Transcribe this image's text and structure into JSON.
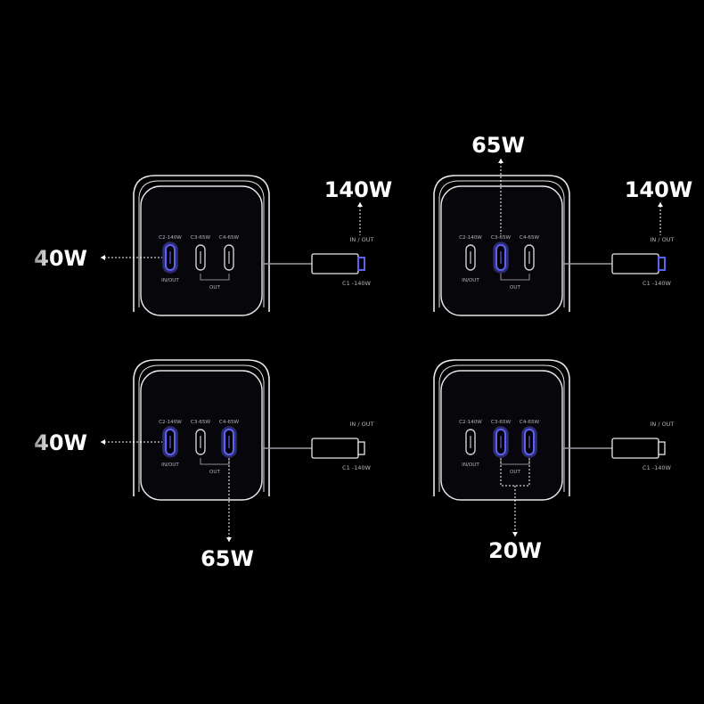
{
  "colors": {
    "background": "#000000",
    "outline": "#e8e8ec",
    "body_fill": "#07070b",
    "port_active": "#5d60f0",
    "port_idle": "#cfcfd6",
    "label_text": "#b4b4bc",
    "watt_text": "#ffffff"
  },
  "port_labels": {
    "c2": "C2-140W",
    "c3": "C3-65W",
    "c4": "C4-65W",
    "in_out": "IN/OUT",
    "out": "OUT",
    "cable_in_out": "IN / OUT",
    "c1": "C1 -140W"
  },
  "panels": [
    {
      "id": "p1",
      "active_ports": [
        "c2",
        "c1"
      ],
      "watts": [
        {
          "text": "40W",
          "target": "c2"
        },
        {
          "text": "140W",
          "target": "c1"
        }
      ]
    },
    {
      "id": "p2",
      "active_ports": [
        "c3",
        "c1"
      ],
      "watts": [
        {
          "text": "65W",
          "target": "c3"
        },
        {
          "text": "140W",
          "target": "c1"
        }
      ]
    },
    {
      "id": "p3",
      "active_ports": [
        "c2",
        "c4"
      ],
      "watts": [
        {
          "text": "40W",
          "target": "c2"
        },
        {
          "text": "65W",
          "target": "c4"
        }
      ]
    },
    {
      "id": "p4",
      "active_ports": [
        "c3",
        "c4"
      ],
      "watts": [
        {
          "text": "20W",
          "target": "c3+c4"
        }
      ]
    }
  ]
}
